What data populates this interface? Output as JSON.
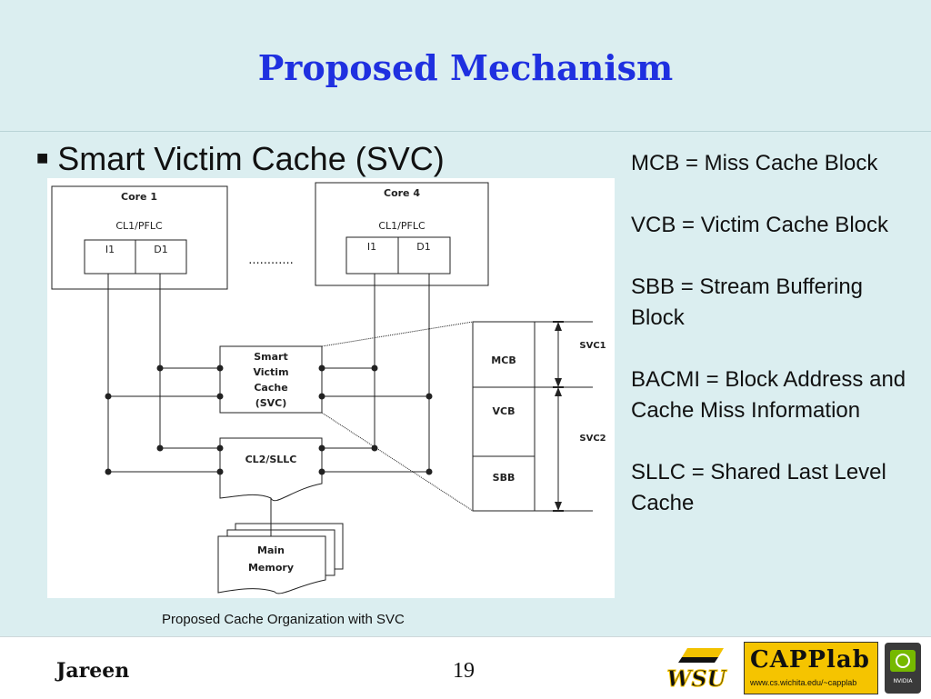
{
  "slide": {
    "title": "Proposed Mechanism",
    "bullet_symbol": "■",
    "bullet": "Smart Victim Cache (SVC)",
    "caption": "Proposed Cache Organization with SVC"
  },
  "definitions": [
    "MCB = Miss Cache Block",
    "VCB = Victim Cache Block",
    "SBB = Stream Buffering Block",
    "BACMI = Block Address and Cache Miss Information",
    "SLLC = Shared Last Level Cache"
  ],
  "diagram": {
    "core1": {
      "title": "Core 1",
      "cache": "CL1/PFLC",
      "i": "I1",
      "d": "D1"
    },
    "core4": {
      "title": "Core 4",
      "cache": "CL1/PFLC",
      "i": "I1",
      "d": "D1"
    },
    "ellipsis": "............",
    "svc_lines": [
      "Smart",
      "Victim",
      "Cache",
      "(SVC)"
    ],
    "cl2": "CL2/SLLC",
    "memory_lines": [
      "Main",
      "Memory"
    ],
    "mcb": "MCB",
    "vcb": "VCB",
    "sbb": "SBB",
    "svc1": "SVC1",
    "svc2": "SVC2"
  },
  "footer": {
    "author": "Jareen",
    "page": "19",
    "logo_wsu": "WSU",
    "logo_capp": "CAPPlab",
    "logo_capp_url": "www.cs.wichita.edu/~capplab",
    "logo_nvidia": "NVIDIA"
  }
}
